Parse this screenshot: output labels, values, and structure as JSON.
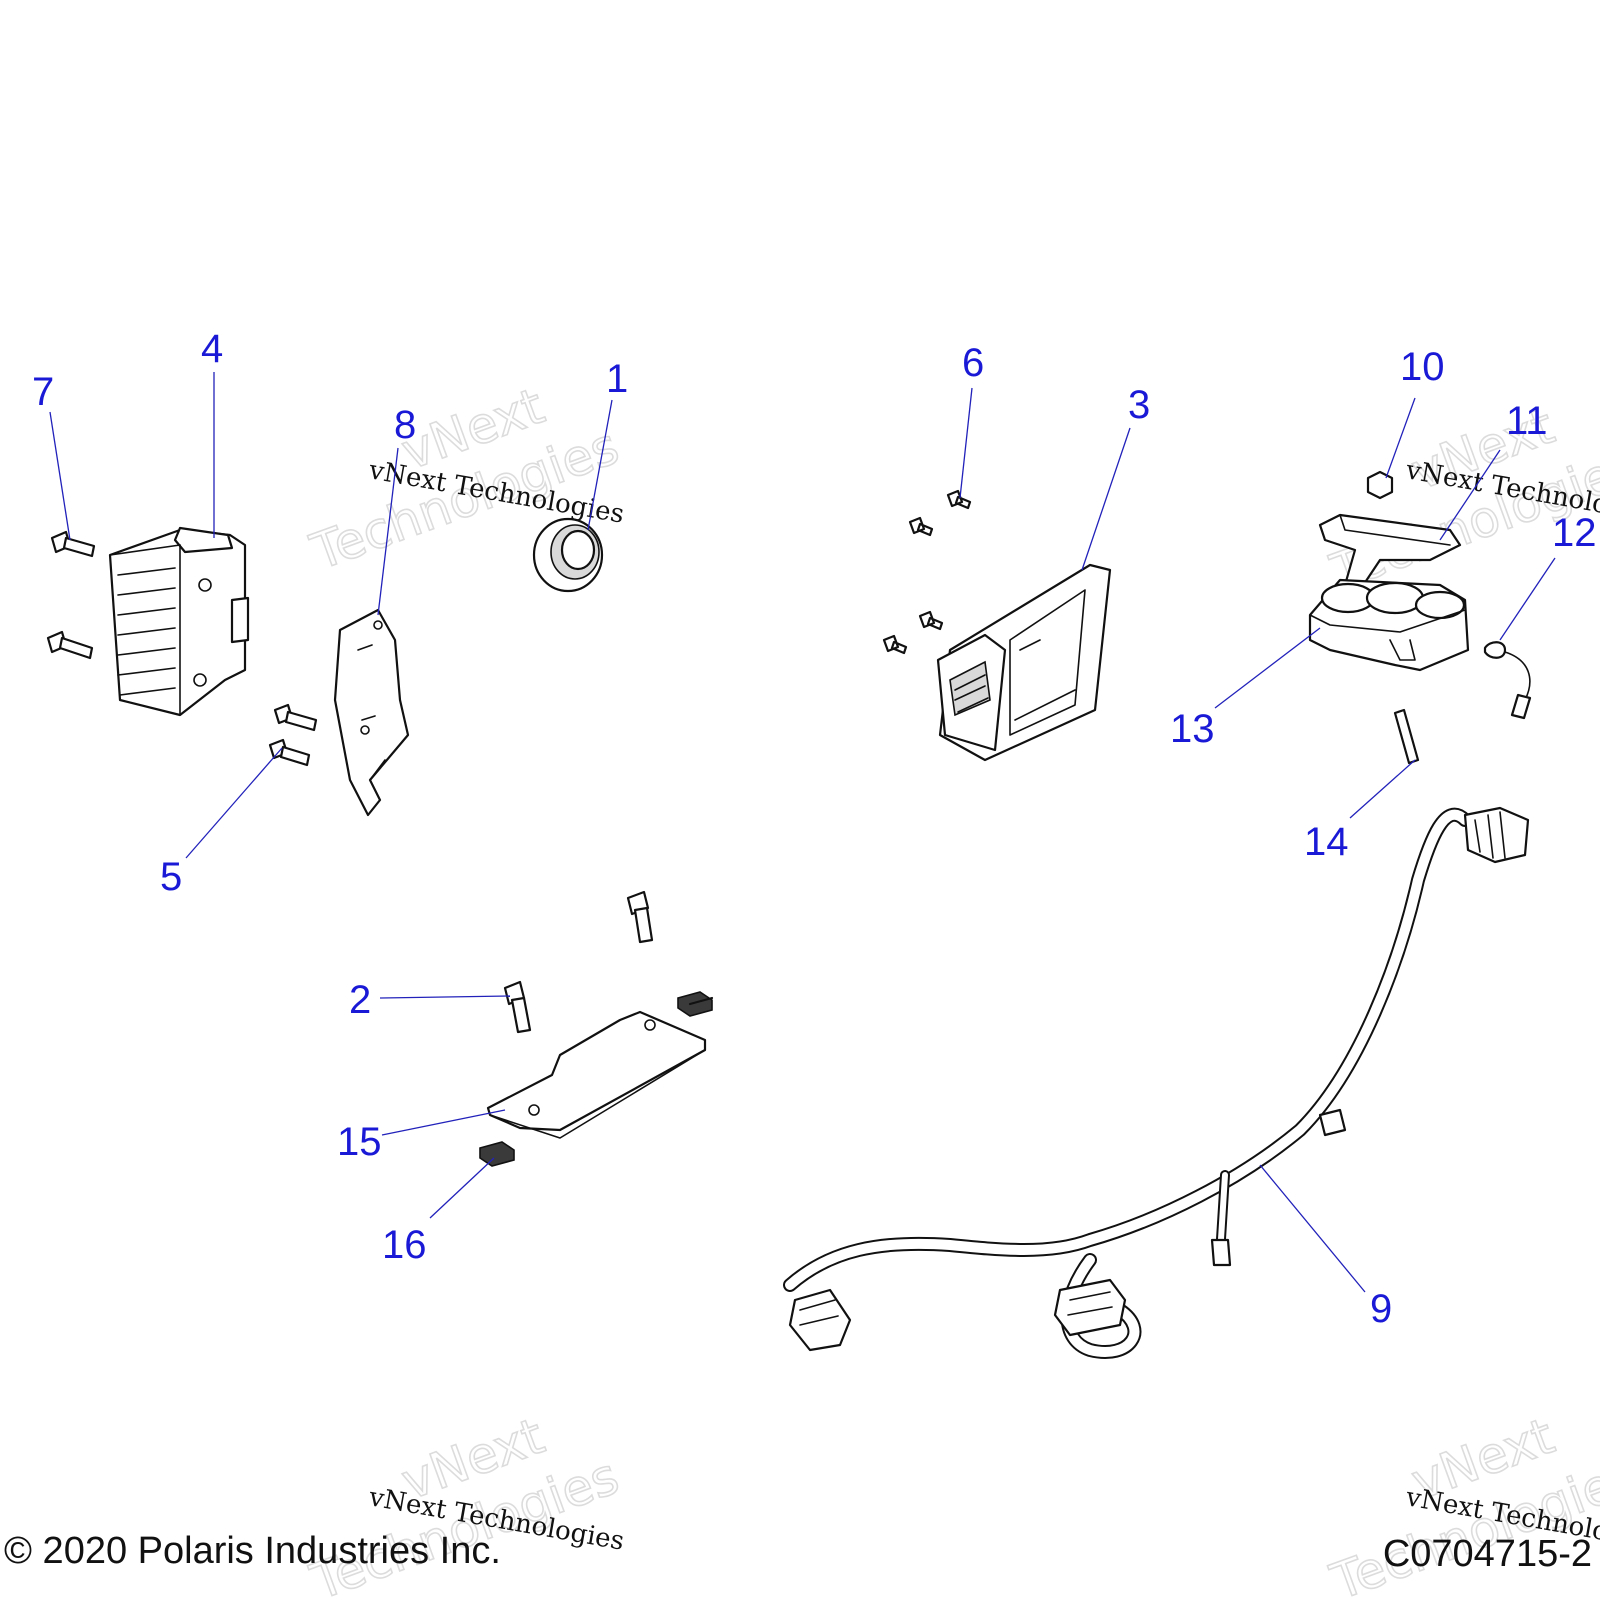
{
  "callouts": [
    {
      "label": "1"
    },
    {
      "label": "2"
    },
    {
      "label": "3"
    },
    {
      "label": "4"
    },
    {
      "label": "5"
    },
    {
      "label": "6"
    },
    {
      "label": "7"
    },
    {
      "label": "8"
    },
    {
      "label": "9"
    },
    {
      "label": "10"
    },
    {
      "label": "11"
    },
    {
      "label": "12"
    },
    {
      "label": "13"
    },
    {
      "label": "14"
    },
    {
      "label": "15"
    },
    {
      "label": "16"
    }
  ],
  "watermark": {
    "brand": "vNext",
    "subtitle": "Technologies",
    "full": "vNext Technologies"
  },
  "footer": {
    "copyright": "© 2020 Polaris Industries Inc.",
    "drawing_number": "C0704715-2"
  },
  "colors": {
    "callout": "#1a1ad6",
    "leader": "#2222bb",
    "line": "#111111"
  }
}
